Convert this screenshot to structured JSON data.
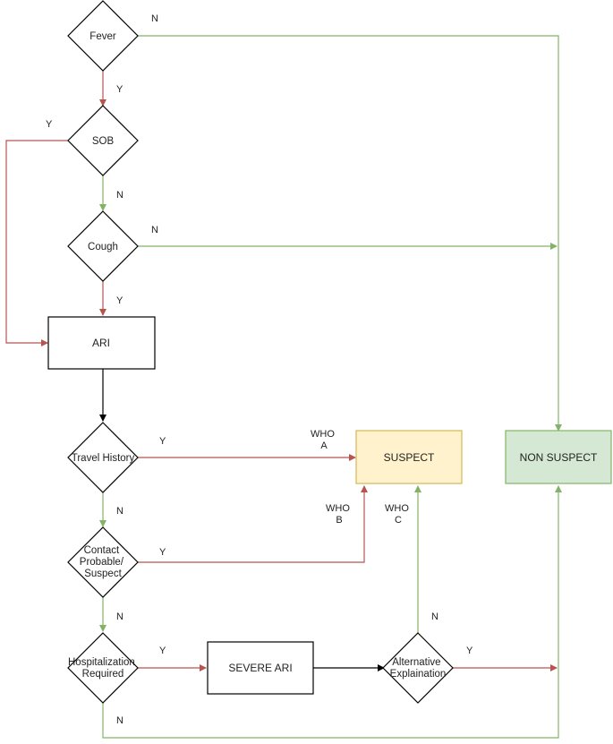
{
  "colors": {
    "yes_edge": "#b85450",
    "no_edge": "#82b366",
    "neutral_edge": "#000000",
    "suspect_fill": "#fff2cc",
    "suspect_stroke": "#d6b656",
    "non_suspect_fill": "#d5e8d4",
    "non_suspect_stroke": "#82b366"
  },
  "nodes": {
    "fever": "Fever",
    "sob": "SOB",
    "cough": "Cough",
    "ari": "ARI",
    "travel_history": "Travel History",
    "contact": [
      "Contact",
      "Probable/",
      "Suspect"
    ],
    "hospitalization": [
      "Hospitalization",
      "Required"
    ],
    "severe_ari": "SEVERE ARI",
    "alternative": [
      "Alternative",
      "Explaination"
    ],
    "suspect": "SUSPECT",
    "non_suspect": "NON SUSPECT"
  },
  "labels": {
    "fever_no": "N",
    "fever_yes": "Y",
    "sob_yes": "Y",
    "sob_no": "N",
    "cough_no": "N",
    "cough_yes": "Y",
    "travel_yes": "Y",
    "travel_no": "N",
    "contact_yes": "Y",
    "contact_no": "N",
    "hosp_yes": "Y",
    "hosp_no": "N",
    "alt_no": "N",
    "alt_yes": "Y",
    "who_a": [
      "WHO",
      "A"
    ],
    "who_b": [
      "WHO",
      "B"
    ],
    "who_c": [
      "WHO",
      "C"
    ]
  }
}
